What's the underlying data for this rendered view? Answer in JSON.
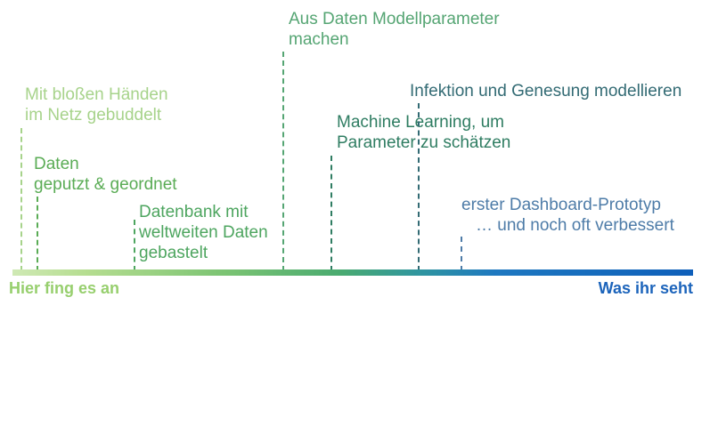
{
  "slide": {
    "background_color": "#ffffff",
    "timeline": {
      "bar_gradient": "linear-gradient(90deg, #cfe9b4 0%, #b5dd90 11%, #7cc473 31%, #4aab70 48%, #2f95a0 60%, #1e78c0 71%, #0e5fba 100%)",
      "start_label": "Hier fing es an",
      "start_color": "#97cf6e",
      "end_label": "Was ihr seht",
      "end_color": "#1c64bb"
    },
    "milestones": [
      {
        "lines": [
          "Mit bloßen Händen",
          "im Netz gebuddelt"
        ],
        "color": "#a7d38b"
      },
      {
        "lines": [
          "Daten",
          "geputzt & geordnet"
        ],
        "color": "#5aac55"
      },
      {
        "lines": [
          "Datenbank mit",
          "weltweiten Daten",
          "gebastelt"
        ],
        "color": "#4da55f"
      },
      {
        "lines": [
          "Aus Daten Modellparameter",
          "machen"
        ],
        "color": "#55a573"
      },
      {
        "lines": [
          "Machine Learning, um",
          "Parameter zu schätzen"
        ],
        "color": "#2f7d62"
      },
      {
        "lines": [
          "Infektion und Genesung modellieren"
        ],
        "color": "#336b74"
      },
      {
        "lines": [
          "erster Dashboard-Prototyp",
          "… und noch oft verbessert"
        ],
        "color": "#4e7ca8"
      }
    ]
  }
}
